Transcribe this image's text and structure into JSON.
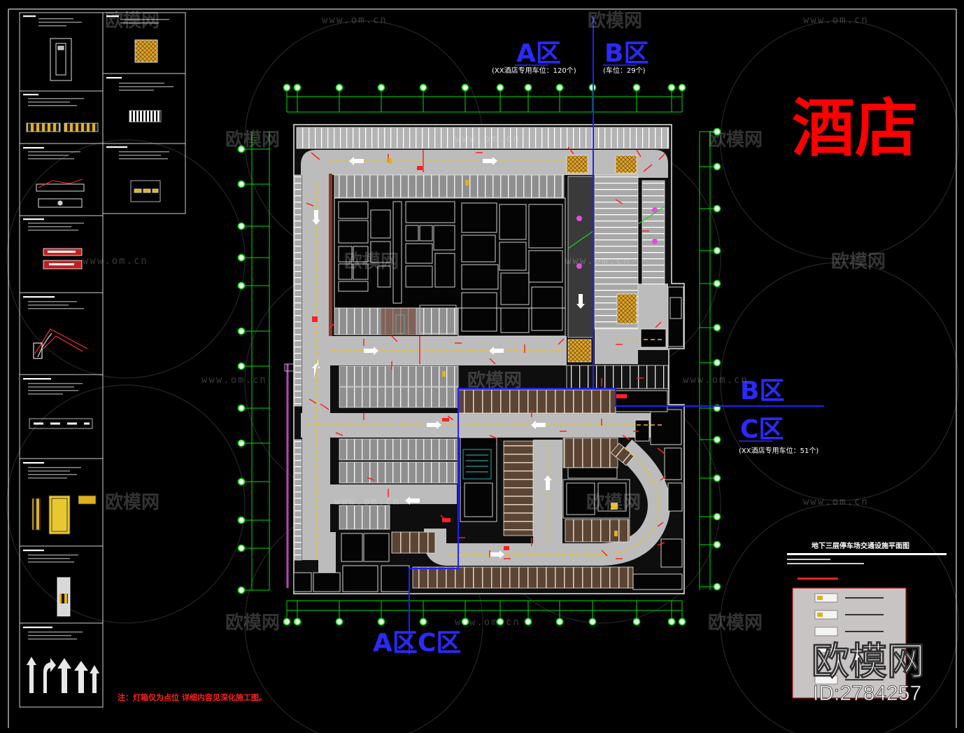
{
  "drawing": {
    "title": "地下三层停车场交通设施平面图",
    "hotel_label": "酒店",
    "note": "注：灯箱仅为点位 详细内容见深化施工图。"
  },
  "zones": {
    "a_top": {
      "label": "A区",
      "caption": "(XX酒店专用车位：120个)"
    },
    "b_top": {
      "label": "B区",
      "caption": "(车位：29个)"
    },
    "b_right": {
      "label": "B区"
    },
    "c_right": {
      "label": "C区",
      "caption": "(XX酒店专用车位：51个)"
    },
    "a_bottom": {
      "label": "A区"
    },
    "c_bottom": {
      "label": "C区"
    }
  },
  "watermark": {
    "brand": "欧模网",
    "site": "www.om.cn",
    "id": "ID:2784257"
  },
  "colors": {
    "background": "#000000",
    "zone_label": "#2a2aff",
    "hotel_label": "#ff0000",
    "axis_grid": "#00e000",
    "zone_boundary": "#2020ff",
    "site_boundary": "#c040c0",
    "sign_marker": "#ff2020",
    "lane_marking": "#e8c020"
  }
}
